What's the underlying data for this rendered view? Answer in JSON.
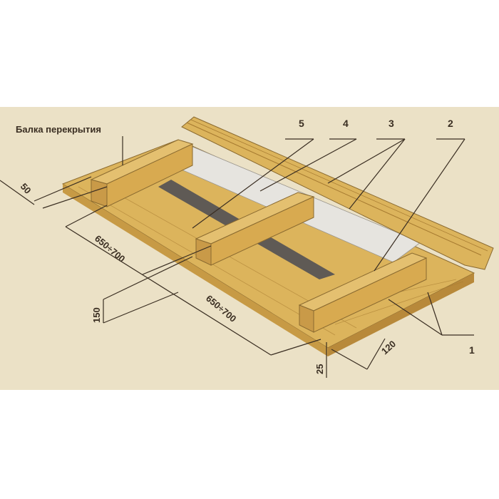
{
  "diagram": {
    "title_label": "Балка перекрытия",
    "callouts": [
      "1",
      "2",
      "3",
      "4",
      "5"
    ],
    "dimensions": {
      "d50": "50",
      "span1": "650÷700",
      "span2": "650÷700",
      "d150": "150",
      "d25": "25",
      "d120": "120"
    },
    "colors": {
      "paper": "#ebe1c6",
      "wood": "#dcb45c",
      "wood_dark": "#b8893a",
      "lining": "#e6e4df",
      "fill": "#5f5a55",
      "ink": "#3a2e22"
    }
  }
}
